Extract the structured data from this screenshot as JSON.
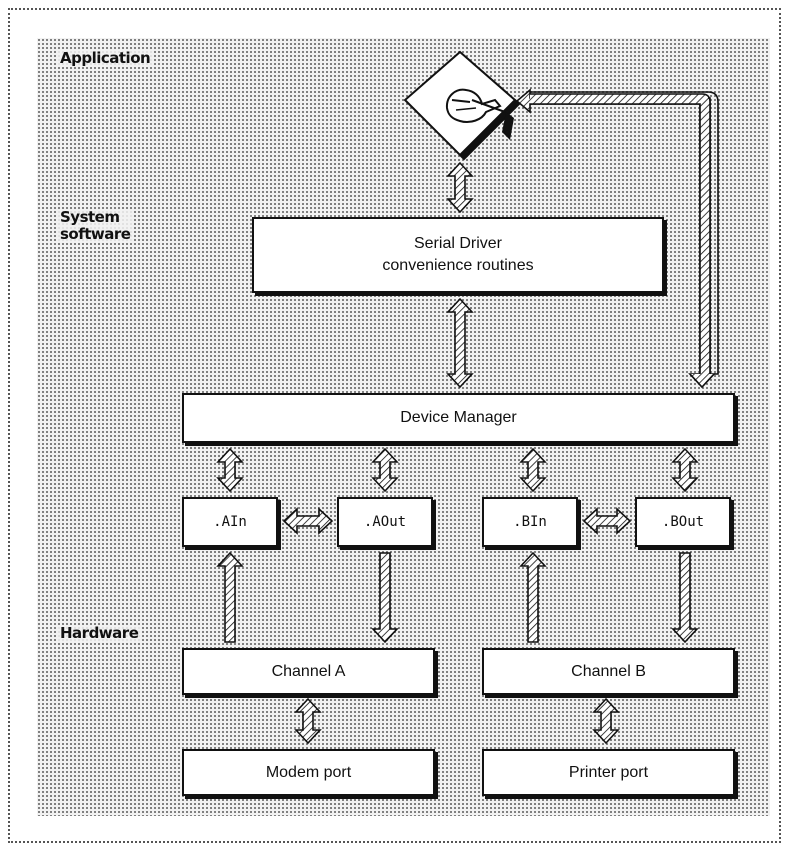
{
  "layers": {
    "application": "Application",
    "system_software": "System\nsoftware",
    "hardware": "Hardware"
  },
  "boxes": {
    "serial_driver_line1": "Serial Driver",
    "serial_driver_line2": "convenience routines",
    "device_manager": "Device Manager",
    "a_in": ".AIn",
    "a_out": ".AOut",
    "b_in": ".BIn",
    "b_out": ".BOut",
    "channel_a": "Channel A",
    "channel_b": "Channel B",
    "modem_port": "Modem port",
    "printer_port": "Printer port"
  },
  "icons": {
    "application": "application-diamond-hand-icon"
  },
  "colors": {
    "line": "#111111",
    "hatch": "#111111",
    "background_dots": "#6e6e6e"
  }
}
